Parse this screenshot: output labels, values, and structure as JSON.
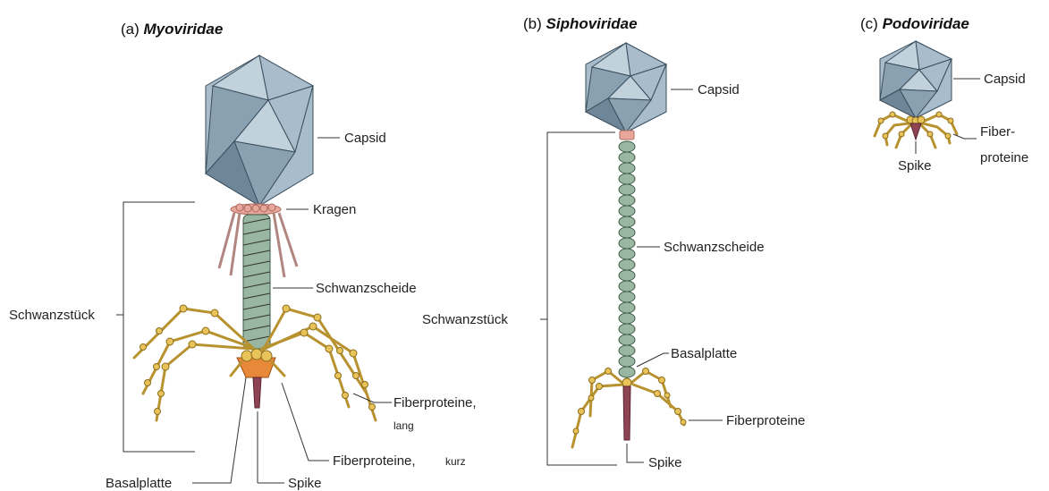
{
  "panels": {
    "a": {
      "title_prefix": "(a)",
      "title_name": "Myoviridae",
      "labels": {
        "capsid": "Capsid",
        "collar": "Kragen",
        "sheath": "Schwanzscheide",
        "tail": "Schwanzstück",
        "fibers_long": "Fiberproteine,",
        "fibers_long_suffix": "lang",
        "fibers_short": "Fiberproteine,",
        "fibers_short_suffix": "kurz",
        "baseplate": "Basalplatte",
        "spike": "Spike"
      }
    },
    "b": {
      "title_prefix": "(b)",
      "title_name": "Siphoviridae",
      "labels": {
        "capsid": "Capsid",
        "sheath": "Schwanzscheide",
        "tail": "Schwanzstück",
        "baseplate": "Basalplatte",
        "fibers": "Fiberproteine",
        "spike": "Spike"
      }
    },
    "c": {
      "title_prefix": "(c)",
      "title_name": "Podoviridae",
      "labels": {
        "capsid": "Capsid",
        "fibers_line1": "Fiber-",
        "fibers_line2": "proteine",
        "spike": "Spike"
      }
    }
  },
  "colors": {
    "capsid": "#a8bccb",
    "collar": "#e8a79a",
    "sheath": "#98b6a1",
    "fibers": "#e8c35a",
    "baseplate": "#e8893a",
    "spike": "#8e4453"
  }
}
